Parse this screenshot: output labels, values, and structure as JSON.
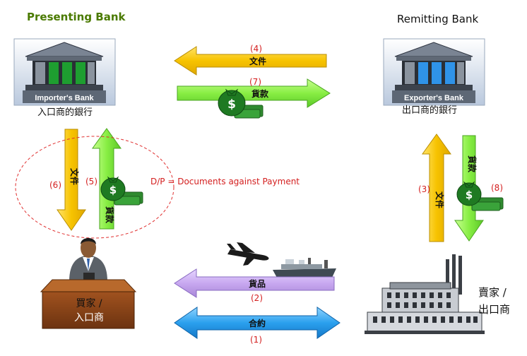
{
  "headings": {
    "presenting_bank": "Presenting Bank",
    "remitting_bank": "Remitting Bank"
  },
  "banks": {
    "importer_sign": "Importer's Bank",
    "importer_caption": "入口商的銀行",
    "exporter_sign": "Exporter's Bank",
    "exporter_caption": "出口商的銀行"
  },
  "flows": {
    "f4": {
      "num": "(4)",
      "label": "文件"
    },
    "f7": {
      "num": "(7)",
      "label": "貨款"
    },
    "f6": {
      "num": "(6)",
      "label": "文件"
    },
    "f5": {
      "num": "(5)",
      "label": "貨款"
    },
    "f3": {
      "num": "(3)",
      "label": "文件"
    },
    "f8": {
      "num": "(8)",
      "label": "貨款"
    },
    "f2": {
      "num": "(2)",
      "label": "貨品"
    },
    "f1": {
      "num": "(1)",
      "label": "合約"
    }
  },
  "note": "D/P =   Documents against Payment",
  "parties": {
    "buyer_line1": "買家 /",
    "buyer_line2": "入口商",
    "seller_line1": "賣家 /",
    "seller_line2": "出口商"
  },
  "colors": {
    "yellow_arrow": "#f7c300",
    "green_arrow": "#88ee44",
    "purple_arrow": "#c8a8f0",
    "blue_arrow": "#2ba0ee",
    "heading_green": "#4a7a00",
    "note_red": "#d42020"
  }
}
